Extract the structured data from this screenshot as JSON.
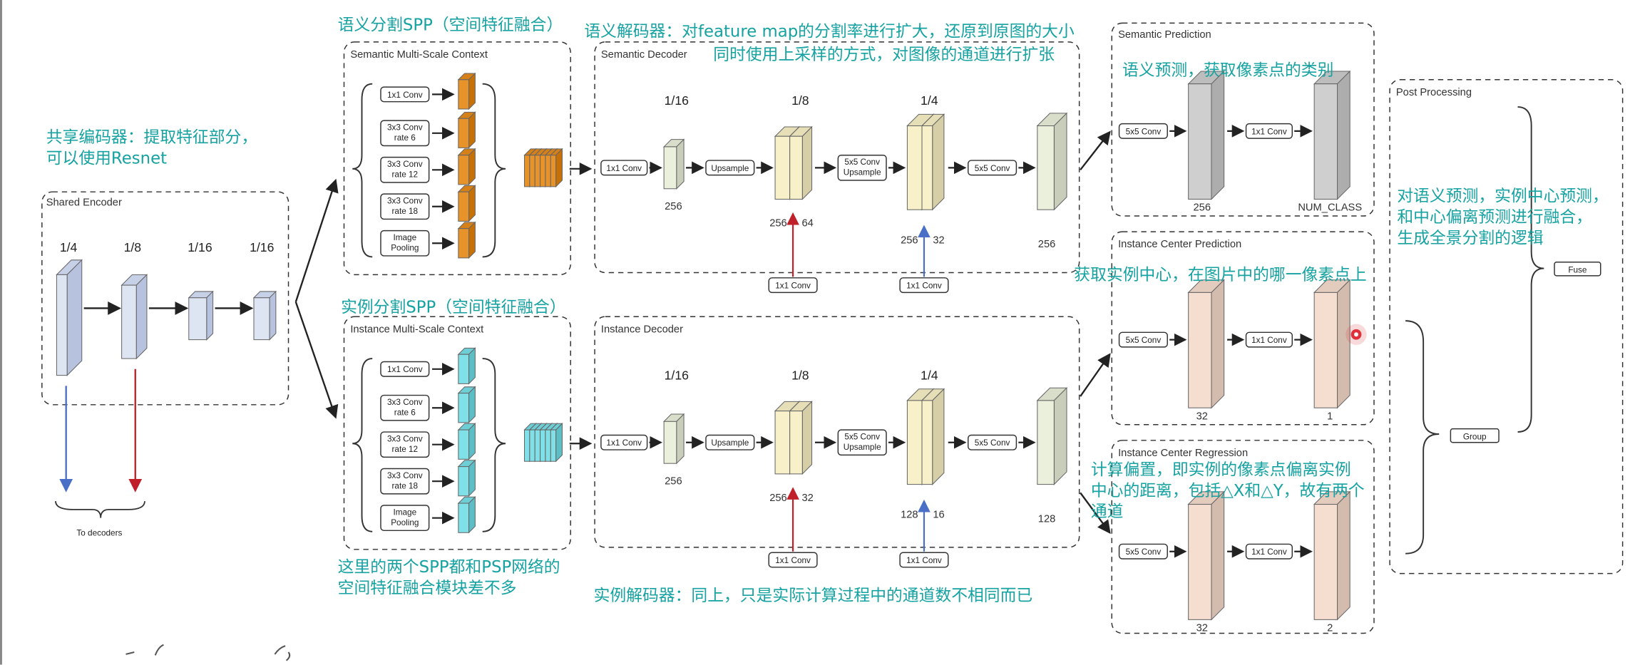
{
  "notes": {
    "shared_encoder_note": [
      "共享编码器：提取特征部分，",
      "可以使用Resnet"
    ],
    "semantic_spp_note": "语义分割SPP（空间特征融合）",
    "instance_spp_note": "实例分割SPP（空间特征融合）",
    "semantic_decoder_note": [
      "语义解码器：对feature map的分割率进行扩大，还原到原图的大小",
      "同时使用上采样的方式，对图像的通道进行扩张"
    ],
    "semantic_prediction_note": "语义预测，获取像素点的类别",
    "instance_center_note": "获取实例中心，在图片中的哪一像素点上",
    "regression_note": [
      "计算偏置，即实例的像素点偏离实例",
      "中心的距离，包括△X和△Y，故有两个",
      "通道"
    ],
    "post_processing_note": [
      "对语义预测，实例中心预测，",
      "和中心偏离预测进行融合，",
      "生成全景分割的逻辑"
    ],
    "spp_psp_note": [
      "这里的两个SPP都和PSP网络的",
      "空间特征融合模块差不多"
    ],
    "instance_decoder_note": "实例解码器：同上，只是实际计算过程中的通道数不相同而已"
  },
  "shared_encoder": {
    "title": "Shared Encoder",
    "scales": [
      "1/4",
      "1/8",
      "1/16",
      "1/16"
    ],
    "to_decoders": "To decoders"
  },
  "semantic_context": {
    "title": "Semantic Multi-Scale Context",
    "ops": [
      [
        "1x1 Conv"
      ],
      [
        "3x3 Conv",
        "rate 6"
      ],
      [
        "3x3 Conv",
        "rate 12"
      ],
      [
        "3x3 Conv",
        "rate 18"
      ],
      [
        "Image",
        "Pooling"
      ]
    ]
  },
  "instance_context": {
    "title": "Instance Multi-Scale Context",
    "ops": [
      [
        "1x1 Conv"
      ],
      [
        "3x3 Conv",
        "rate 6"
      ],
      [
        "3x3 Conv",
        "rate 12"
      ],
      [
        "3x3 Conv",
        "rate 18"
      ],
      [
        "Image",
        "Pooling"
      ]
    ]
  },
  "semantic_decoder": {
    "title": "Semantic Decoder",
    "scales": [
      "1/16",
      "1/8",
      "1/4"
    ],
    "ops": {
      "conv1": "1x1 Conv",
      "upsample": "Upsample",
      "conv5a": "5x5 Conv",
      "upsample2": "Upsample",
      "conv5b": "5x5 Conv",
      "skip": "1x1 Conv"
    },
    "channels": [
      "256",
      "256",
      "64",
      "256",
      "32",
      "256"
    ]
  },
  "instance_decoder": {
    "title": "Instance Decoder",
    "scales": [
      "1/16",
      "1/8",
      "1/4"
    ],
    "ops": {
      "conv1": "1x1 Conv",
      "upsample": "Upsample",
      "conv5a": "5x5 Conv",
      "upsample2": "Upsample",
      "conv5b": "5x5 Conv",
      "skip": "1x1 Conv"
    },
    "channels": [
      "256",
      "256",
      "32",
      "128",
      "16",
      "128"
    ]
  },
  "semantic_prediction": {
    "title": "Semantic Prediction",
    "op1": "5x5 Conv",
    "op2": "1x1 Conv",
    "channels": [
      "256",
      "NUM_CLASS"
    ]
  },
  "instance_center_prediction": {
    "title": "Instance Center Prediction",
    "op1": "5x5 Conv",
    "op2": "1x1 Conv",
    "channels": [
      "32",
      "1"
    ]
  },
  "instance_center_regression": {
    "title": "Instance Center Regression",
    "op1": "5x5 Conv",
    "op2": "1x1 Conv",
    "channels": [
      "32",
      "2"
    ]
  },
  "post_processing": {
    "title": "Post Processing",
    "fuse": "Fuse",
    "group": "Group"
  },
  "colors": {
    "annotation": "#17a2a2",
    "encoder_block": "#dde5f3",
    "semantic_feature": "#e8922a",
    "instance_feature": "#7fe0e8",
    "decoder_block": "#eaf0dc",
    "decoder_block_yellow": "#f7f0c8",
    "semantic_pred": "#cfcfcf",
    "instance_pred": "#f5ddd0",
    "arrow_blue": "#4a6fc7",
    "arrow_red": "#c0202a",
    "cursor": "#e0303a"
  }
}
